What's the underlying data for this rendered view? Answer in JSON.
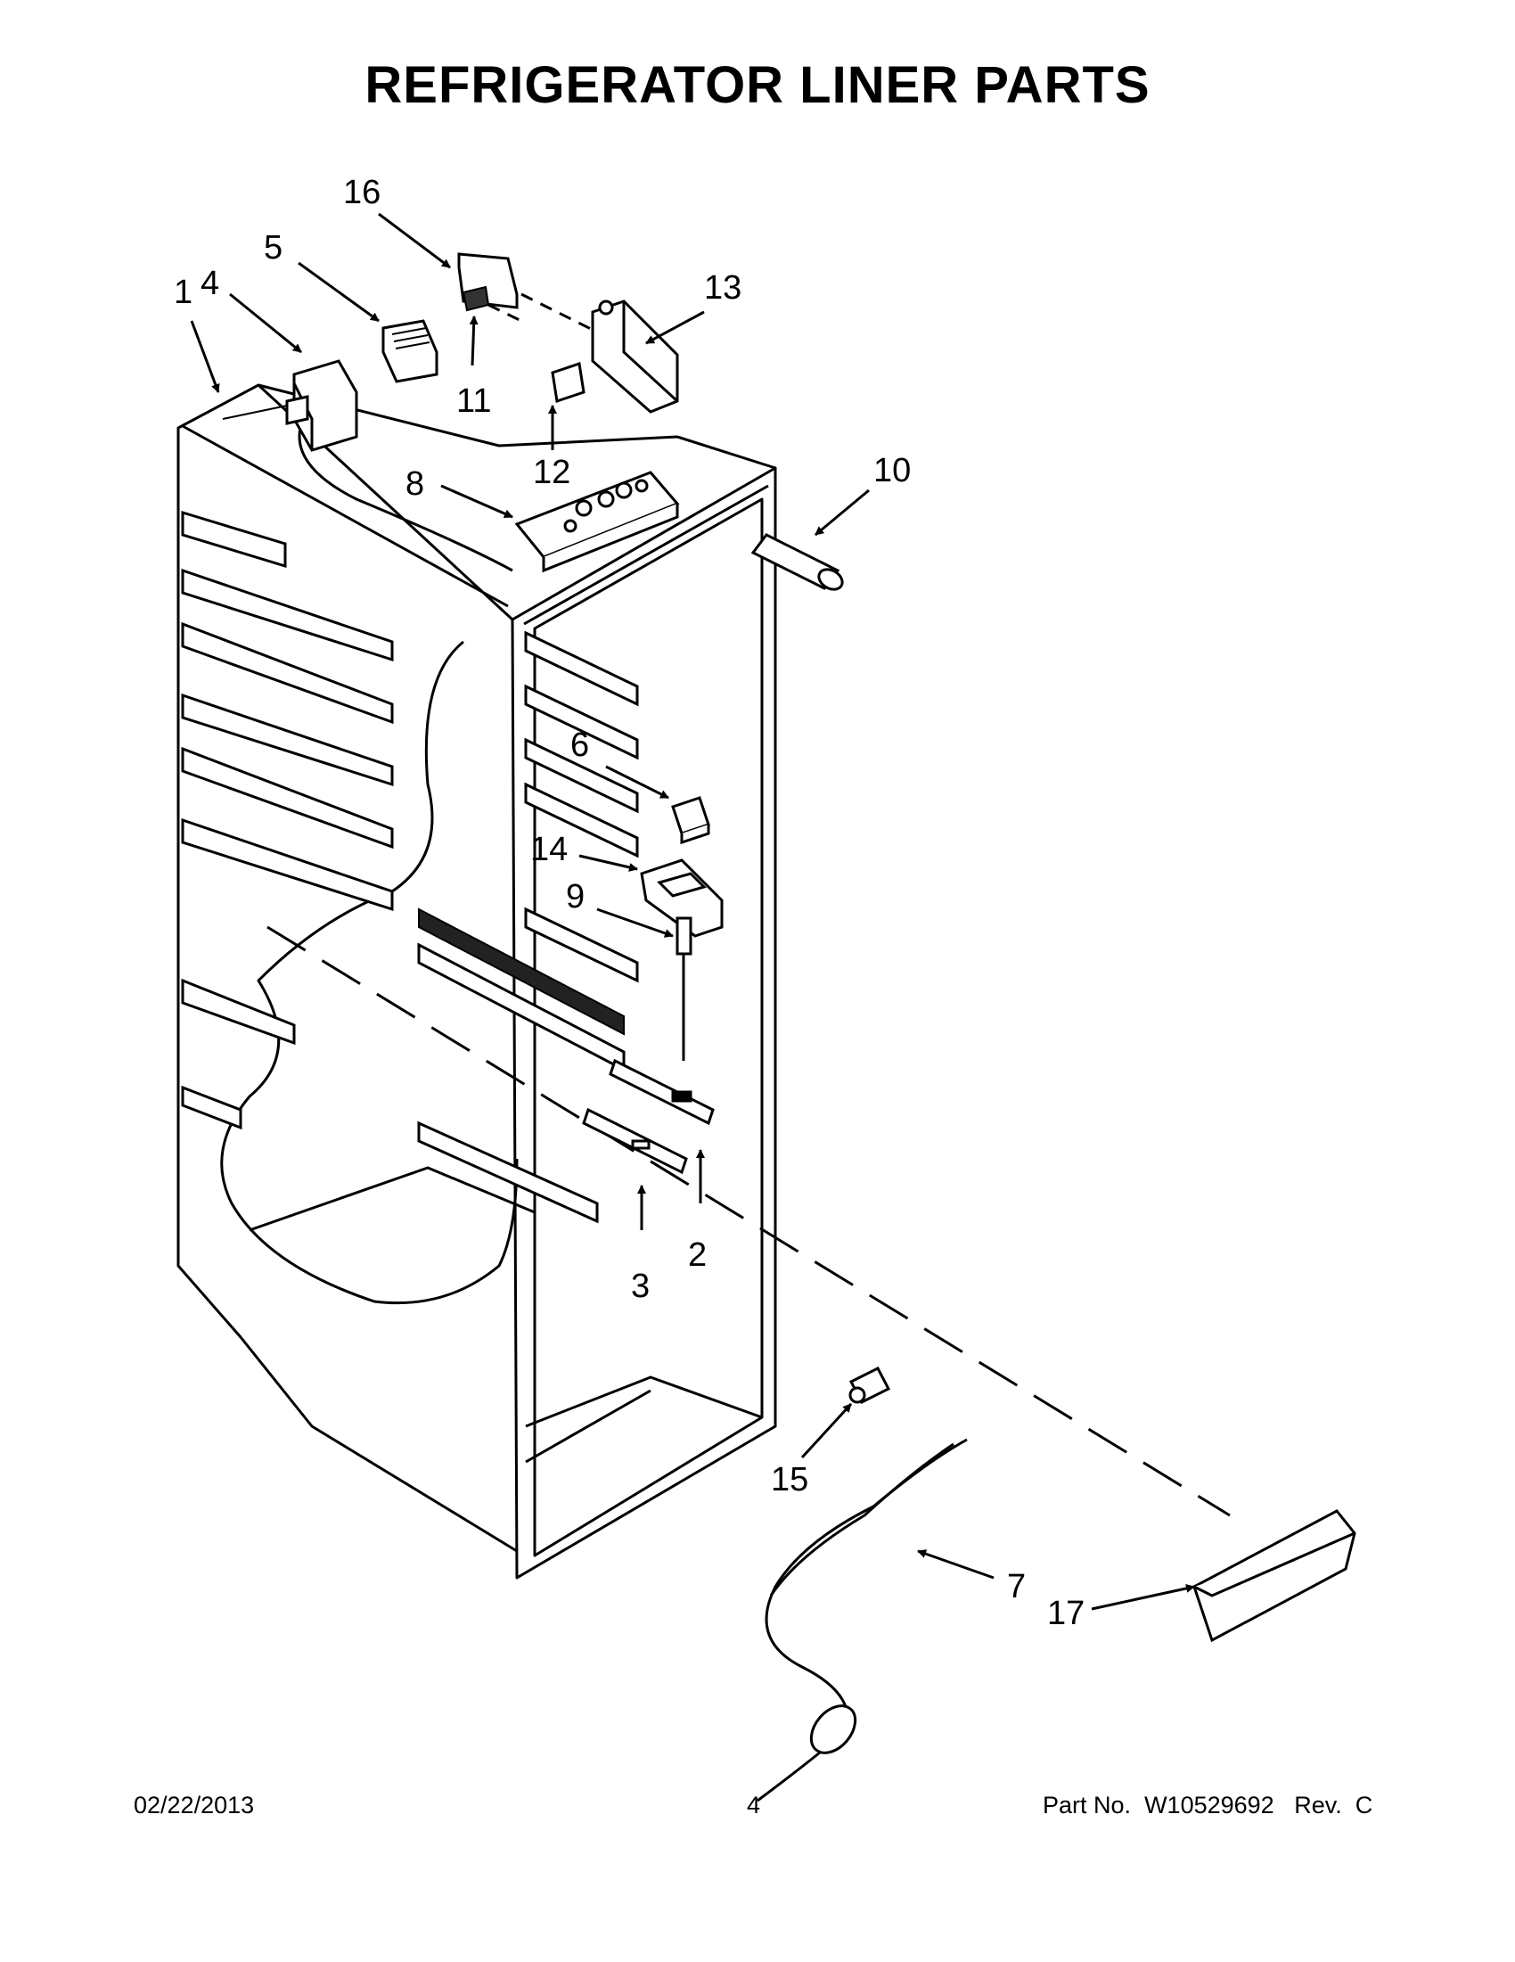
{
  "title": "REFRIGERATOR LINER PARTS",
  "callouts": [
    "1",
    "2",
    "3",
    "4",
    "5",
    "6",
    "7",
    "8",
    "9",
    "10",
    "11",
    "12",
    "13",
    "14",
    "15",
    "16",
    "17"
  ],
  "footer": {
    "date": "02/22/2013",
    "page": "4",
    "part_label": "Part No.",
    "part_number": "W10529692",
    "rev_label": "Rev.",
    "rev": "C"
  }
}
